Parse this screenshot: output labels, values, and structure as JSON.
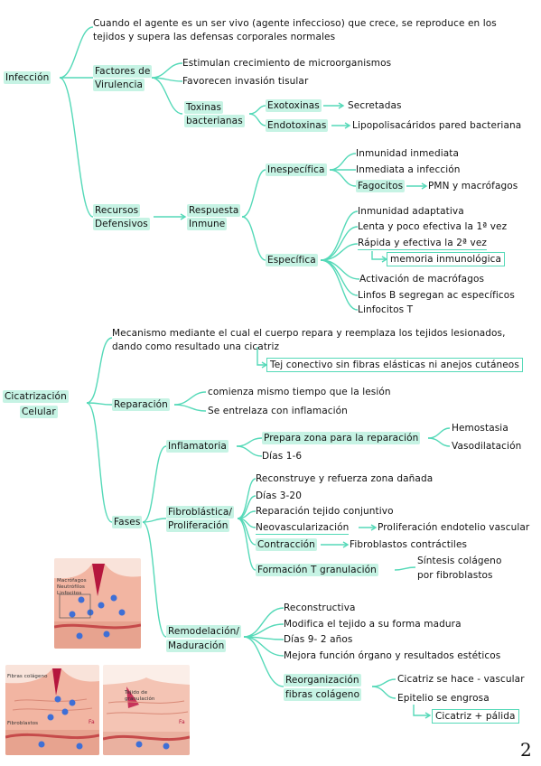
{
  "infeccion": {
    "title": "Infección",
    "definition_line1": "Cuando el agente es un ser vivo (agente infeccioso) que crece, se reproduce en los",
    "definition_line2": "tejidos y supera las defensas corporales normales",
    "virulencia": {
      "label_line1": "Factores de",
      "label_line2": "Virulencia",
      "items": [
        "Estimulan crecimiento de microorganismos",
        "Favorecen invasión tisular"
      ],
      "toxinas": {
        "label_line1": "Toxinas",
        "label_line2": "bacterianas",
        "exo": "Exotoxinas",
        "exo_desc": "Secretadas",
        "endo": "Endotoxinas",
        "endo_desc": "Lipopolisacáridos pared bacteriana"
      }
    },
    "recursos": {
      "label_line1": "Recursos",
      "label_line2": "Defensivos",
      "respuesta_line1": "Respuesta",
      "respuesta_line2": "Inmune",
      "inespecifica": {
        "label": "Inespecífica",
        "items": [
          "Inmunidad inmediata",
          "Inmediata a infección"
        ],
        "fagocitos": "Fagocitos",
        "fagocitos_desc": "PMN y macrófagos"
      },
      "especifica": {
        "label": "Específica",
        "items": [
          "Inmunidad adaptativa",
          "Lenta y poco efectiva la 1ª vez",
          "Rápida y efectiva la 2ª vez"
        ],
        "memoria": "memoria inmunológica",
        "cells": [
          "Activación de macrófagos",
          "Linfos B segregan ac específicos",
          "Linfocitos T"
        ]
      }
    }
  },
  "cicatrizacion": {
    "title_line1": "Cicatrización",
    "title_line2": "Celular",
    "definition_line1": "Mecanismo mediante el cual el cuerpo repara y reemplaza los tejidos lesionados,",
    "definition_line2": "dando como resultado una cicatriz",
    "cicatriz_note": "Tej conectivo sin fibras elásticas ni anejos cutáneos",
    "reparacion": {
      "label": "Reparación",
      "items": [
        "comienza mismo tiempo que la lesión",
        "Se entrelaza con inflamación"
      ]
    },
    "fases": {
      "label": "Fases",
      "inflamatoria": {
        "label": "Inflamatoria",
        "prepara": "Prepara zona para la reparación",
        "prepara_items": [
          "Hemostasia",
          "Vasodilatación"
        ],
        "dias": "Días 1-6"
      },
      "fibroblastica": {
        "label_line1": "Fibroblástica/",
        "label_line2": "Proliferación",
        "items": [
          "Reconstruye y refuerza zona dañada",
          "Días 3-20",
          "Reparación tejido conjuntivo"
        ],
        "neo": "Neovascularización",
        "neo_desc": "Proliferación endotelio vascular",
        "contraccion": "Contracción",
        "contraccion_desc": "Fibroblastos contráctiles",
        "formacion": "Formación T granulación",
        "formacion_desc_line1": "Síntesis colágeno",
        "formacion_desc_line2": "por fibroblastos"
      },
      "remodelacion": {
        "label_line1": "Remodelación/",
        "label_line2": "Maduración",
        "items": [
          "Reconstructiva",
          "Modifica el tejido a su forma madura",
          "Días 9- 2 años",
          "Mejora función órgano y resultados estéticos"
        ],
        "reorg_line1": "Reorganización",
        "reorg_line2": "fibras colágeno",
        "reorg_items": [
          "Cicatriz se hace - vascular",
          "Epitelio se engrosa"
        ],
        "final": "Cicatriz + pálida"
      }
    }
  },
  "illustrations": {
    "img1_labels": [
      "Macrófagos",
      "Neutrófilos",
      "Linfocitos"
    ],
    "img2_labels": [
      "Fibras colágeno",
      "Fibroblastos",
      "Fa"
    ],
    "img3_labels": [
      "Tejido de",
      "granulación",
      "Fa"
    ]
  },
  "page_number": "2",
  "colors": {
    "accent": "#55d9b8",
    "highlight": "#c6f3e4",
    "skin": "#f3b9a7",
    "cell": "#3f6fd6"
  }
}
